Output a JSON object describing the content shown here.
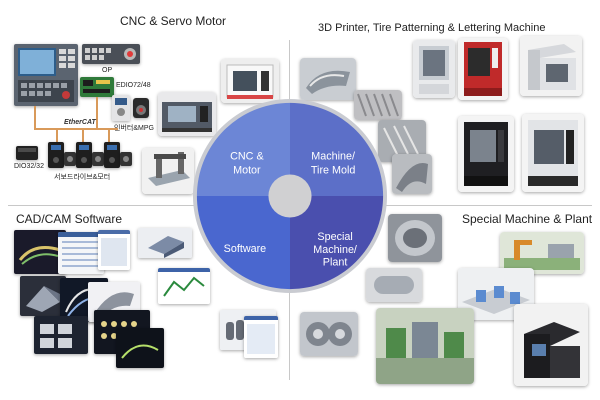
{
  "sections": {
    "cnc_title": "CNC & Servo Motor",
    "printer_title": "3D Printer, Tire Patterning & Lettering Machine",
    "cad_title": "CAD/CAM Software",
    "special_title": "Special Machine & Plant"
  },
  "cnc_labels": {
    "op": "OP",
    "edio": "EDIO72/48",
    "ethercat": "EtherCAT",
    "inverter": "인버터&MPG",
    "dio": "DIO32/32",
    "servo": "서보드라이브&모터"
  },
  "circle": {
    "q1_line1": "CNC &",
    "q1_line2": "Motor",
    "q2_line1": "Machine/",
    "q2_line2": "Tire Mold",
    "q3": "Software",
    "q4_line1": "Special",
    "q4_line2": "Machine/",
    "q4_line3": "Plant"
  },
  "colors": {
    "q1": "#6c86d6",
    "q2": "#5c6fc8",
    "q3": "#4a67cf",
    "q4": "#4a4fae",
    "ring": "#c9cbd1",
    "hub": "#d0d0d2"
  }
}
